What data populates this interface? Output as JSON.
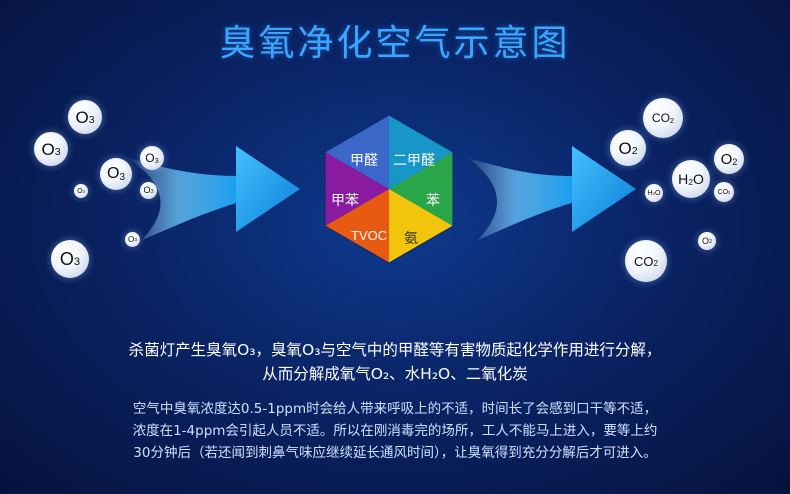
{
  "title": "臭氧净化空气示意图",
  "left_molecules": {
    "o3": "O",
    "o3_sub": "3"
  },
  "hexagon": {
    "formaldehyde": "甲醛",
    "xylene": "二甲醛",
    "benzene": "苯",
    "ammonia": "氨",
    "tvoc": "TVOC",
    "toluene": "甲苯"
  },
  "right_molecules": {
    "co2": "CO",
    "co2_sub": "2",
    "o2": "O",
    "o2_sub": "2",
    "h2o_pre": "H",
    "h2o_sub": "2",
    "h2o_post": "O"
  },
  "description": {
    "line1": "杀菌灯产生臭氧O₃，臭氧O₃与空气中的甲醛等有害物质起化学作用进行分解，",
    "line2": "从而分解成氧气O₂、水H₂O、二氧化炭"
  },
  "note": {
    "line1": "空气中臭氧浓度达0.5-1ppm时会给人带来呼吸上的不适，时间长了会感到口干等不适，",
    "line2": "浓度在1-4ppm会引起人员不适。所以在刚消毒完的场所，工人不能马上进入，要等上约",
    "line3": "30分钟后（若还闻到刺鼻气味应继续延长通风时间），让臭氧得到充分分解后才可进入。"
  },
  "colors": {
    "title": "#3aa6ff",
    "hex_blue": "#3a67c8",
    "hex_cyan": "#1797c9",
    "hex_green": "#2aa64a",
    "hex_yellow": "#f0c50c",
    "hex_orange": "#e85a12",
    "hex_purple": "#8a1aa0",
    "arrow": "#1aa0ee"
  }
}
